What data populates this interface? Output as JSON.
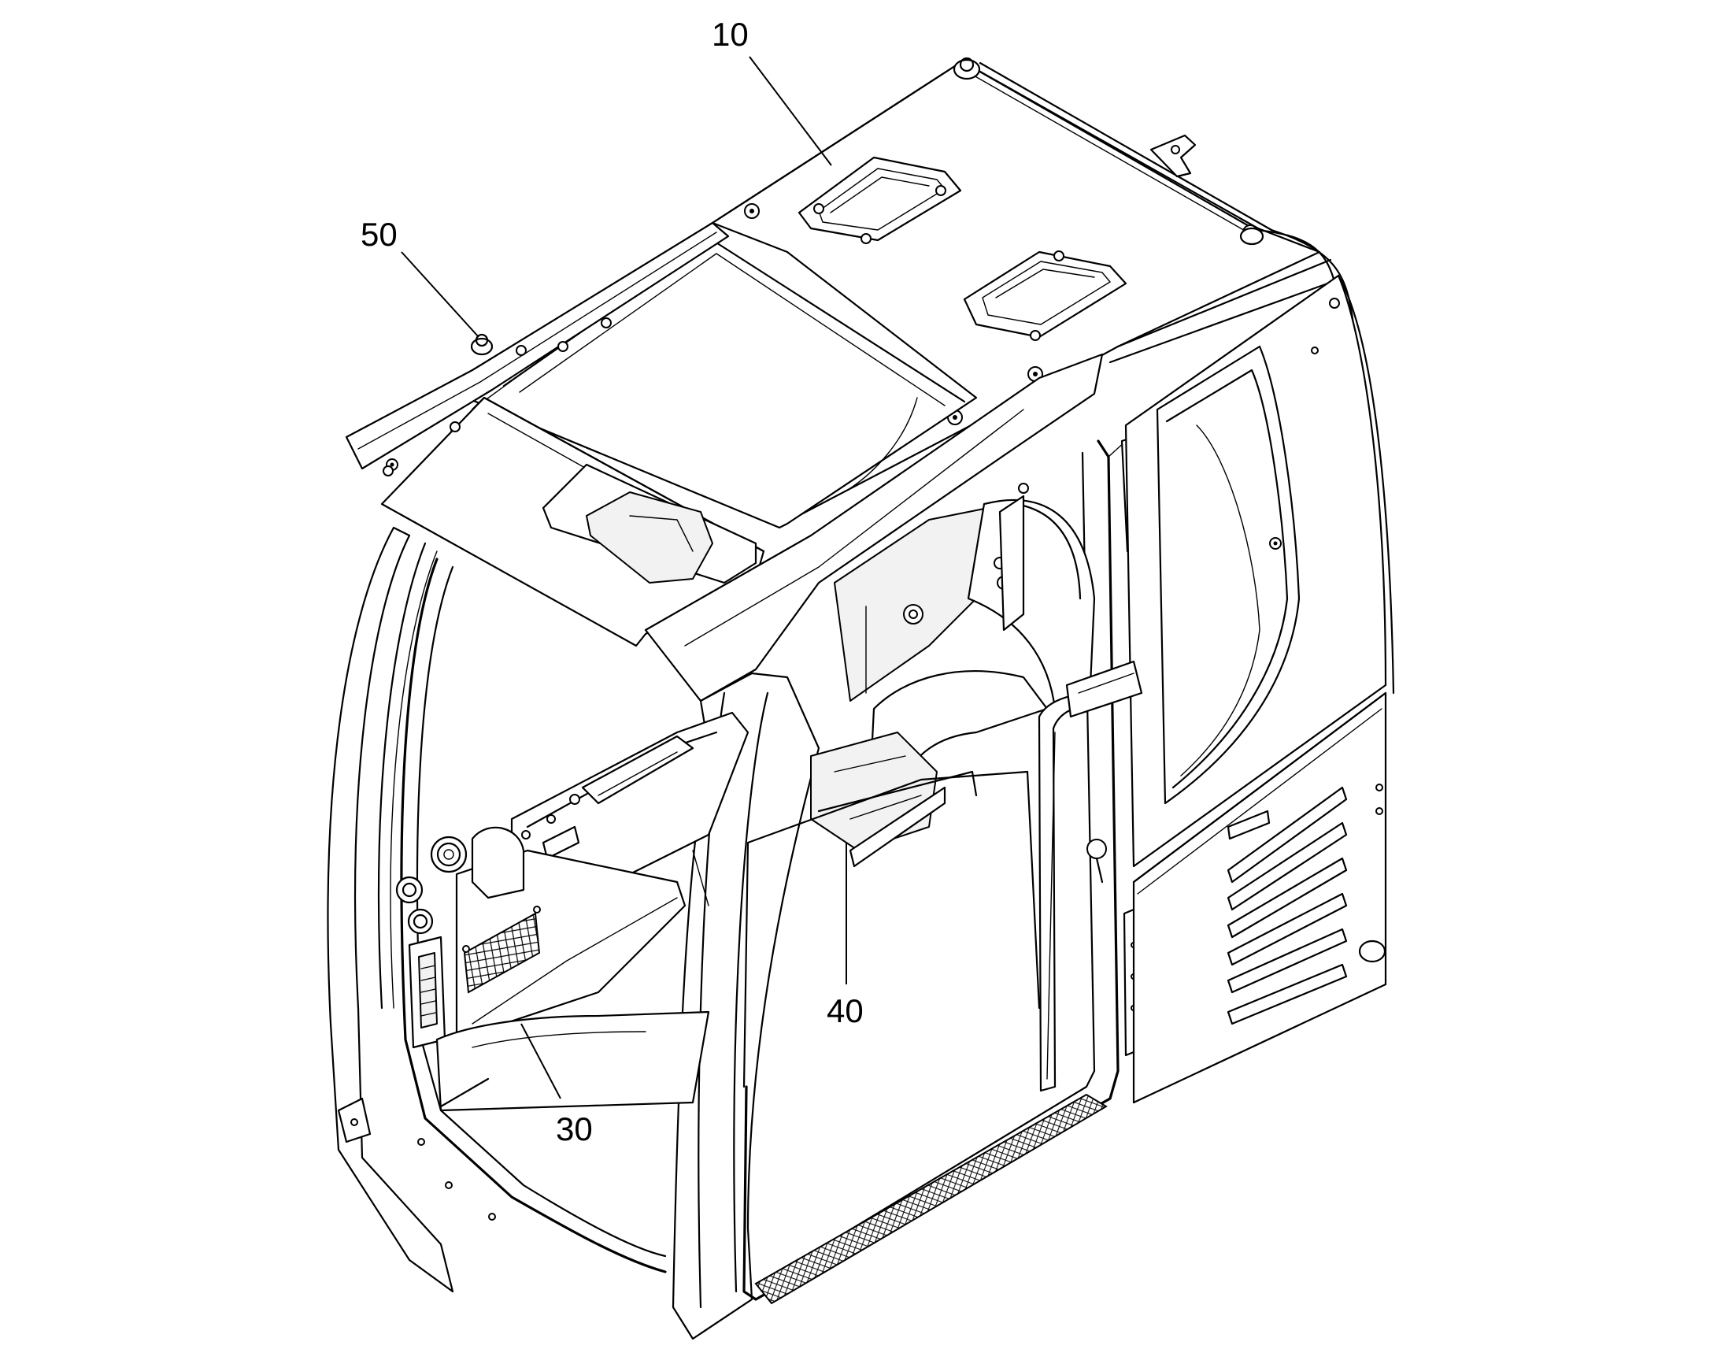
{
  "figure": {
    "callouts": [
      {
        "id": "ref-10",
        "label": "10"
      },
      {
        "id": "ref-50",
        "label": "50"
      },
      {
        "id": "ref-40",
        "label": "40"
      },
      {
        "id": "ref-30",
        "label": "30"
      }
    ]
  }
}
